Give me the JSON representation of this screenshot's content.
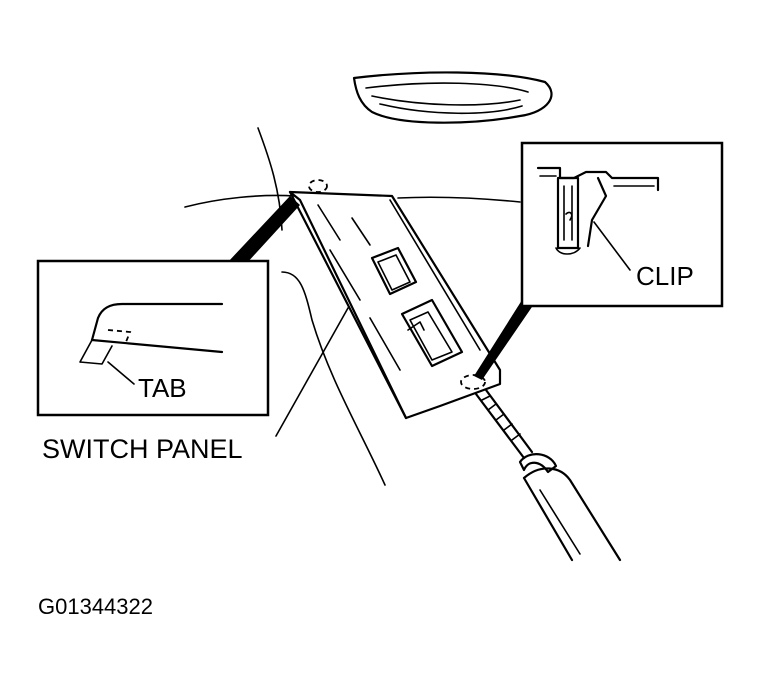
{
  "labels": {
    "tab": "TAB",
    "clip": "CLIP",
    "switch_panel": "SWITCH PANEL",
    "figure_id": "G01344322"
  },
  "colors": {
    "ink": "#000000",
    "paper": "#ffffff"
  }
}
